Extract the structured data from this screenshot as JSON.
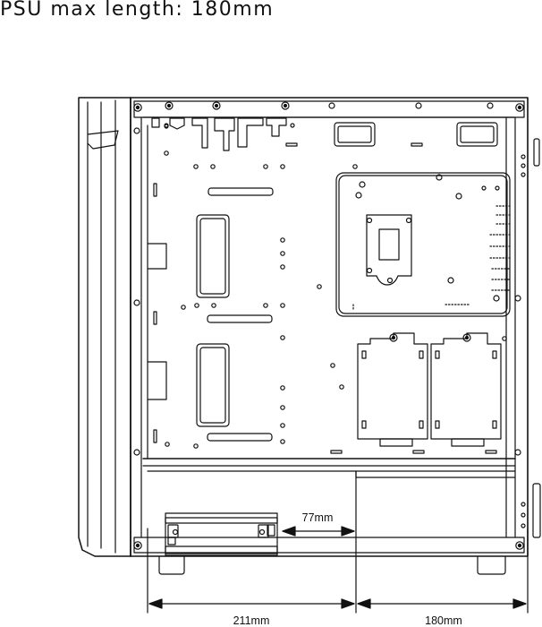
{
  "title": "PSU max length: 180mm",
  "dimensions": {
    "clearance": "77mm",
    "front_section": "211mm",
    "psu_section": "180mm"
  }
}
